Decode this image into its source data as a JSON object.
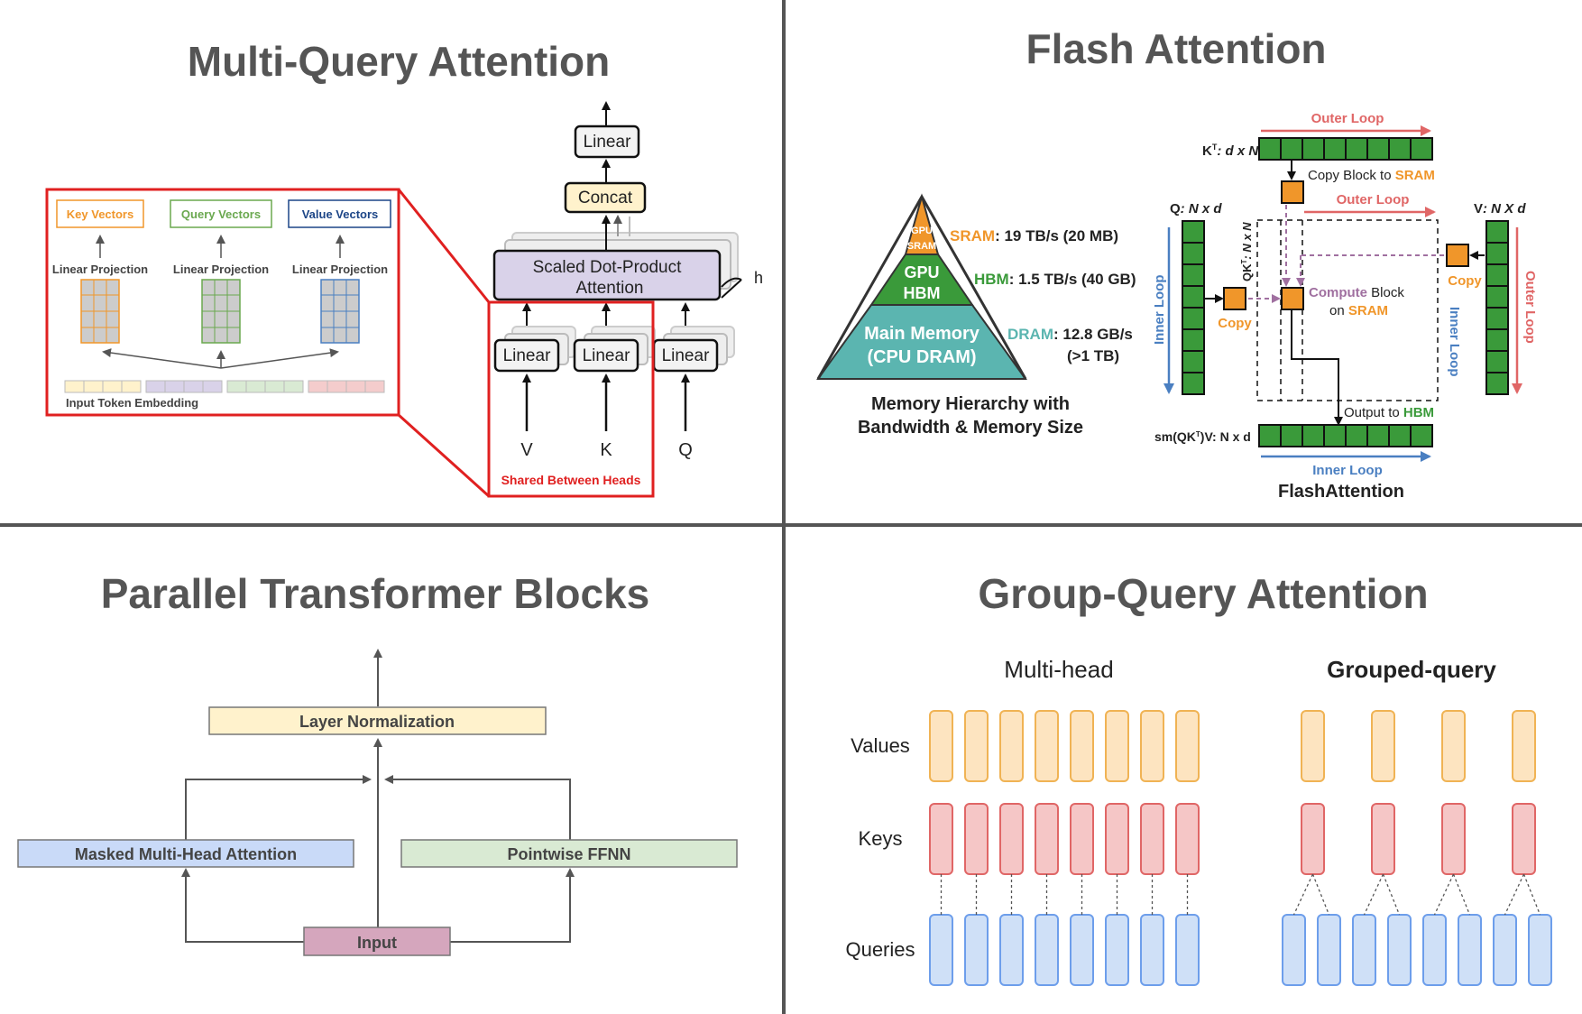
{
  "mqa": {
    "title": "Multi-Query Attention",
    "key_vectors": "Key Vectors",
    "query_vectors": "Query Vectors",
    "value_vectors": "Value Vectors",
    "linear_projection": "Linear Projection",
    "input_token_embedding": "Input Token Embedding",
    "linear": "Linear",
    "concat": "Concat",
    "sdpa_line1": "Scaled Dot-Product",
    "sdpa_line2": "Attention",
    "h": "h",
    "v": "V",
    "k": "K",
    "q": "Q",
    "shared": "Shared Between Heads"
  },
  "flash": {
    "title": "Flash Attention",
    "pyramid_top_1": "GPU",
    "pyramid_top_2": "SRAM",
    "pyramid_mid_1": "GPU",
    "pyramid_mid_2": "HBM",
    "pyramid_bot_1": "Main Memory",
    "pyramid_bot_2": "(CPU DRAM)",
    "sram_name": "SRAM",
    "sram_spec": ": 19 TB/s (20 MB)",
    "hbm_name": "HBM",
    "hbm_spec": ": 1.5 TB/s (40 GB)",
    "dram_name": "DRAM",
    "dram_spec": ": 12.8 GB/s",
    "dram_spec2": "(>1 TB)",
    "caption_1": "Memory Hierarchy with",
    "caption_2": "Bandwidth & Memory Size",
    "outer_loop": "Outer Loop",
    "inner_loop": "Inner Loop",
    "kt_label": "K",
    "kt_sup": "T",
    "kt_dims": ": d x N",
    "copy_block_to": "Copy Block to ",
    "sram": "SRAM",
    "q_label": "Q",
    "q_dims": ": N x d",
    "v_label": "V",
    "v_dims": ": N X d",
    "qkt_label": "QK",
    "qkt_dims": ": N x N",
    "copy": "Copy",
    "compute": "Compute",
    "block": " Block",
    "on": "on ",
    "output_to": "Output to ",
    "hbm": "HBM",
    "sm_label": "sm(QK",
    "sm_rest": ")V: N x d",
    "caption": "FlashAttention",
    "colors": {
      "orange": "#f0962a",
      "green": "#3a9a3a",
      "teal": "#5bb5b0",
      "red": "#e06666",
      "blue": "#4a7fc1",
      "purple": "#a070a0"
    }
  },
  "ptb": {
    "title": "Parallel Transformer Blocks",
    "layer_norm": "Layer Normalization",
    "mmha": "Masked Multi-Head Attention",
    "ffnn": "Pointwise FFNN",
    "input": "Input"
  },
  "gqa": {
    "title": "Group-Query Attention",
    "multi_head": "Multi-head",
    "grouped_query": "Grouped-query",
    "values": "Values",
    "keys": "Keys",
    "queries": "Queries"
  }
}
